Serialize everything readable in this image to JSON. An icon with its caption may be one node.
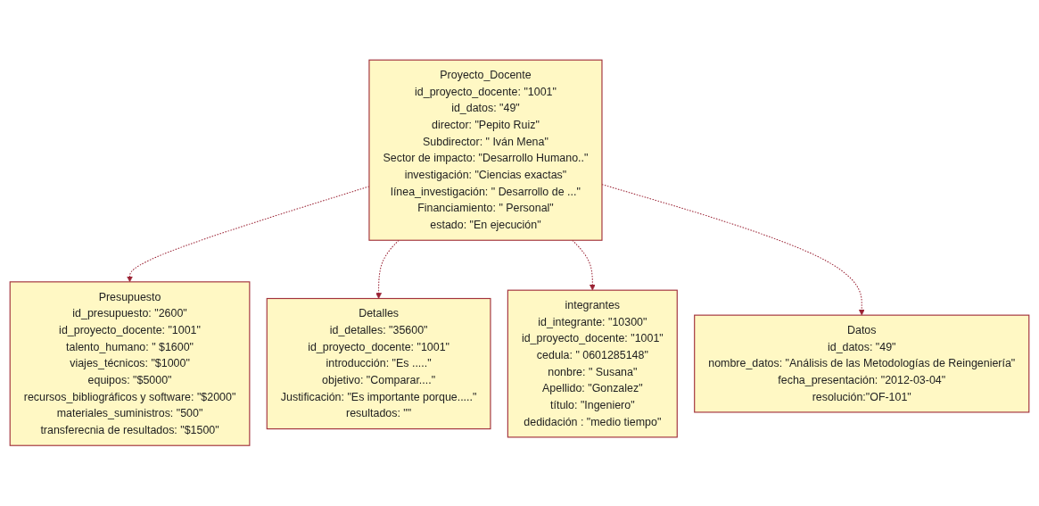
{
  "diagram": {
    "nodes": [
      {
        "text": [
          "Presupuesto",
          "id_presupuesto: \"2600\"",
          "id_proyecto_docente: \"1001\"",
          "talento_humano: \" $1600\"",
          "viajes_técnicos: \"$1000\"",
          "equipos: \"$5000\"",
          "recursos_bibliográficos y software: \"$2000\"",
          "materiales_suministros: \"500\"",
          "transferecnia de resultados: \"$1500\""
        ]
      },
      {
        "text": [
          "Detalles",
          "id_detalles: \"35600\"",
          "id_proyecto_docente: \"1001\"",
          "introducción: \"Es .....\"",
          "objetivo: \"Comparar....\"",
          "Justificación: \"Es importante porque.....\"",
          "resultados: \"\""
        ]
      },
      {
        "text": [
          "integrantes",
          "id_integrante: \"10300\"",
          "id_proyecto_docente: \"1001\"",
          "cedula: \" 0601285148\"",
          "nonbre: \" Susana\"",
          "Apellido: \"Gonzalez\"",
          "título: \"Ingeniero\"",
          "dedidación : \"medio tiempo\""
        ]
      },
      {
        "text": [
          "Proyecto_Docente",
          "id_proyecto_docente: \"1001\"",
          "id_datos: \"49\"",
          "director: \"Pepito Ruiz\"",
          "Subdirector: \" Iván Mena\"",
          "Sector de impacto: \"Desarrollo Humano..\"",
          "investigación: \"Ciencias exactas\"",
          "línea_investigación: \" Desarrollo de ...\"",
          "Financiamiento: \" Personal\"",
          "estado: \"En ejecución\""
        ]
      },
      {
        "text": [
          "Datos",
          "id_datos: \"49\"",
          "nombre_datos: \"Análisis de las Metodologías de Reingeniería\"",
          "fecha_presentación: \"2012-03-04\"",
          "resolución:\"OF-101\""
        ]
      }
    ],
    "edges": [
      {
        "from": 3,
        "to": 0,
        "arrow": "to",
        "style": "dashed"
      },
      {
        "from": 3,
        "to": 1,
        "arrow": "to",
        "style": "dashed"
      },
      {
        "from": 3,
        "to": 2,
        "arrow": "to",
        "style": "dashed"
      },
      {
        "from": 3,
        "to": 4,
        "arrow": "to",
        "style": "dashed"
      }
    ]
  }
}
